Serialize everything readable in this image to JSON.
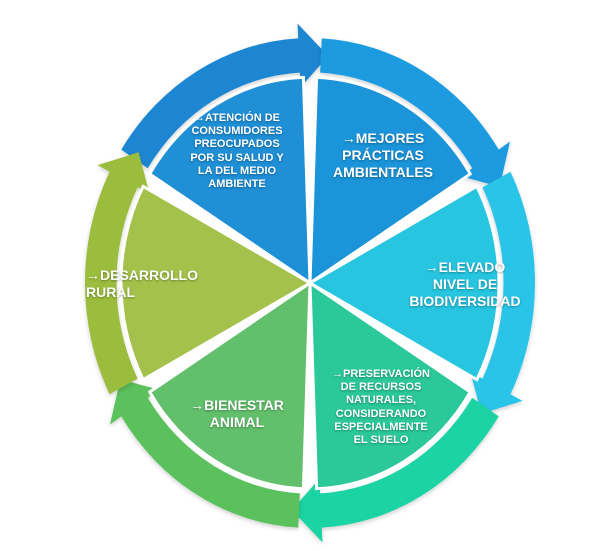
{
  "segments": [
    {
      "id": "consumidores",
      "text": "→ATENCIÓN DE\nCONSUMIDORES\nPREOCUPADOS\nPOR SU SALUD Y\nLA DEL MEDIO\nAMBIENTE",
      "color": "#1f8fd6",
      "arrow_color": "#1b86d2"
    },
    {
      "id": "practicas",
      "text": "→MEJORES\nPRÁCTICAS\nAMBIENTALES",
      "color": "#1b94d9",
      "arrow_color": "#1e9be0"
    },
    {
      "id": "biodiversidad",
      "text": "→ELEVADO\nNIVEL DE\nBIODIVERSIDAD",
      "color": "#27c5e0",
      "arrow_color": "#2cc4e8"
    },
    {
      "id": "recursos",
      "text": "→PRESERVACIÓN\nDE RECURSOS\nNATURALES,\nCONSIDERANDO\nESPECIALMENTE\nEL SUELO",
      "color": "#2bc89a",
      "arrow_color": "#1ed3a3"
    },
    {
      "id": "bienestar",
      "text": "→BIENESTAR\nANIMAL",
      "color": "#62c06c",
      "arrow_color": "#5ac15c"
    },
    {
      "id": "rural",
      "text": "→DESARROLLO\nRURAL",
      "color": "#a4c24b",
      "arrow_color": "#9bbd3c"
    }
  ]
}
